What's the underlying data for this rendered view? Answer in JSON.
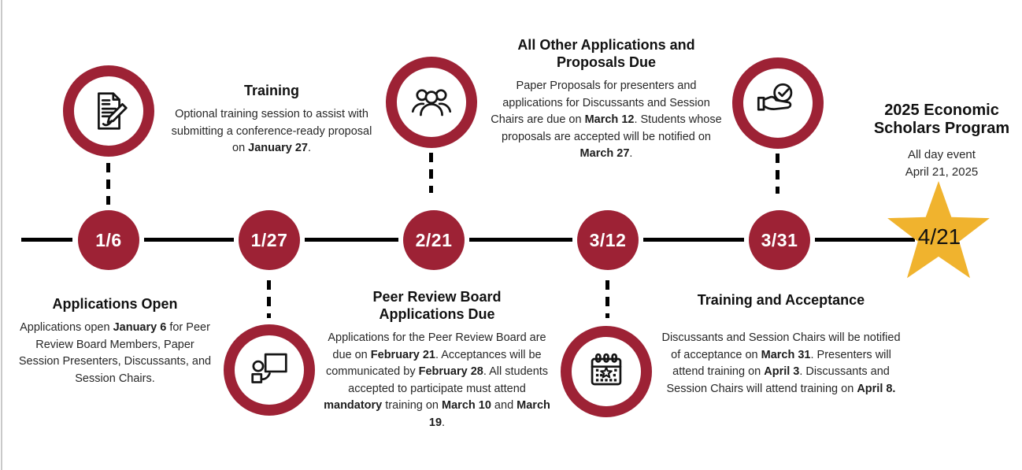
{
  "colors": {
    "maroon": "#9D2235",
    "gold": "#F0B32E",
    "line": "#000000",
    "title_text": "#111111",
    "body_text": "#272727"
  },
  "milestones": [
    {
      "date": "1/6",
      "icon": "document-pencil-icon",
      "title": "Applications Open",
      "body": [
        {
          "t": "Applications open "
        },
        {
          "t": "January 6",
          "b": true
        },
        {
          "t": " for Peer Review Board Members, Paper Session Presenters, Discussants, and Session Chairs."
        }
      ]
    },
    {
      "date": "1/27",
      "icon": "presentation-icon",
      "title": "Training",
      "body": [
        {
          "t": "Optional training session to assist with submitting a conference-ready proposal on "
        },
        {
          "t": "January 27",
          "b": true
        },
        {
          "t": "."
        }
      ]
    },
    {
      "date": "2/21",
      "icon": "people-group-icon",
      "title": "Peer Review Board\nApplications Due",
      "body": [
        {
          "t": "Applications for the Peer Review Board are due on "
        },
        {
          "t": "February 21",
          "b": true
        },
        {
          "t": ". Acceptances will be communicated by "
        },
        {
          "t": "February 28",
          "b": true
        },
        {
          "t": ". All students accepted to participate must attend "
        },
        {
          "t": "mandatory",
          "b": true
        },
        {
          "t": " training on "
        },
        {
          "t": "March 10",
          "b": true
        },
        {
          "t": " and "
        },
        {
          "t": "March 19",
          "b": true
        },
        {
          "t": "."
        }
      ]
    },
    {
      "date": "3/12",
      "icon": "calendar-star-icon",
      "title": "All Other Applications and\nProposals Due",
      "body": [
        {
          "t": "Paper Proposals for presenters and applications for Discussants and Session Chairs are due on "
        },
        {
          "t": "March 12",
          "b": true
        },
        {
          "t": ". Students whose proposals are accepted will be notified on "
        },
        {
          "t": "March 27",
          "b": true
        },
        {
          "t": "."
        }
      ]
    },
    {
      "date": "3/31",
      "icon": "hand-check-icon",
      "title": "Training and Acceptance",
      "body": [
        {
          "t": "Discussants and Session Chairs will be notified of acceptance on "
        },
        {
          "t": "March 31",
          "b": true
        },
        {
          "t": ". Presenters will attend training on "
        },
        {
          "t": "April 3",
          "b": true
        },
        {
          "t": ". Discussants and Session Chairs will attend training on "
        },
        {
          "t": "April 8.",
          "b": true
        }
      ]
    }
  ],
  "event": {
    "date": "4/21",
    "title": "2025 Economic\nScholars Program",
    "line1": "All day event",
    "line2": "April 21, 2025"
  }
}
